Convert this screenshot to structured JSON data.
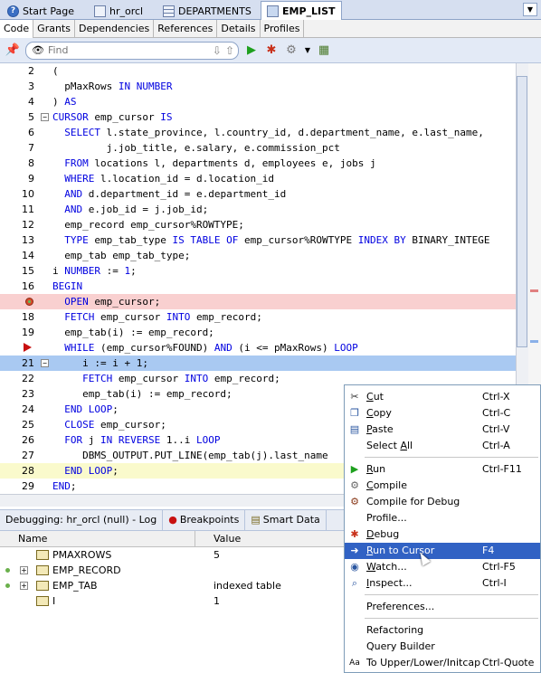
{
  "doc_tabs": [
    {
      "label": "Start Page",
      "icon": "help-icon"
    },
    {
      "label": "hr_orcl",
      "icon": "db-connection-icon"
    },
    {
      "label": "DEPARTMENTS",
      "icon": "table-icon"
    },
    {
      "label": "EMP_LIST",
      "icon": "procedure-icon"
    }
  ],
  "sub_tabs": [
    "Code",
    "Grants",
    "Dependencies",
    "References",
    "Details",
    "Profiles"
  ],
  "toolbar": {
    "find_placeholder": "Find"
  },
  "code_lines": [
    {
      "n": "2",
      "segs": [
        [
          "t",
          "("
        ]
      ]
    },
    {
      "n": "3",
      "segs": [
        [
          "t",
          "  pMaxRows "
        ],
        [
          "k",
          "IN NUMBER"
        ]
      ]
    },
    {
      "n": "4",
      "segs": [
        [
          "t",
          ") "
        ],
        [
          "k",
          "AS"
        ]
      ]
    },
    {
      "n": "5",
      "segs": [
        [
          "k",
          "CURSOR"
        ],
        [
          "t",
          " emp_cursor "
        ],
        [
          "k",
          "IS"
        ]
      ]
    },
    {
      "n": "6",
      "segs": [
        [
          "t",
          "  "
        ],
        [
          "k",
          "SELECT"
        ],
        [
          "t",
          " l.state_province, l.country_id, d.department_name, e.last_name,"
        ]
      ]
    },
    {
      "n": "7",
      "segs": [
        [
          "t",
          "         j.job_title, e.salary, e.commission_pct"
        ]
      ]
    },
    {
      "n": "8",
      "segs": [
        [
          "t",
          "  "
        ],
        [
          "k",
          "FROM"
        ],
        [
          "t",
          " locations l, departments d, employees e, jobs j"
        ]
      ]
    },
    {
      "n": "9",
      "segs": [
        [
          "t",
          "  "
        ],
        [
          "k",
          "WHERE"
        ],
        [
          "t",
          " l.location_id = d.location_id"
        ]
      ]
    },
    {
      "n": "10",
      "segs": [
        [
          "t",
          "  "
        ],
        [
          "k",
          "AND"
        ],
        [
          "t",
          " d.department_id = e.department_id"
        ]
      ]
    },
    {
      "n": "11",
      "segs": [
        [
          "t",
          "  "
        ],
        [
          "k",
          "AND"
        ],
        [
          "t",
          " e.job_id = j.job_id;"
        ]
      ]
    },
    {
      "n": "12",
      "segs": [
        [
          "t",
          "  emp_record emp_cursor%ROWTYPE;"
        ]
      ]
    },
    {
      "n": "13",
      "segs": [
        [
          "t",
          "  "
        ],
        [
          "k",
          "TYPE"
        ],
        [
          "t",
          " emp_tab_type "
        ],
        [
          "k",
          "IS TABLE OF"
        ],
        [
          "t",
          " emp_cursor%ROWTYPE "
        ],
        [
          "k",
          "INDEX BY"
        ],
        [
          "t",
          " BINARY_INTEGE"
        ]
      ]
    },
    {
      "n": "14",
      "segs": [
        [
          "t",
          "  emp_tab emp_tab_type;"
        ]
      ]
    },
    {
      "n": "15",
      "segs": [
        [
          "t",
          "i "
        ],
        [
          "k",
          "NUMBER"
        ],
        [
          "t",
          " := "
        ],
        [
          "k",
          "1"
        ],
        [
          "t",
          ";"
        ]
      ]
    },
    {
      "n": "16",
      "segs": [
        [
          "k",
          "BEGIN"
        ]
      ]
    },
    {
      "n": "",
      "segs": [
        [
          "t",
          "  "
        ],
        [
          "k",
          "OPEN"
        ],
        [
          "t",
          " emp_cursor;"
        ]
      ]
    },
    {
      "n": "18",
      "segs": [
        [
          "t",
          "  "
        ],
        [
          "k",
          "FETCH"
        ],
        [
          "t",
          " emp_cursor "
        ],
        [
          "k",
          "INTO"
        ],
        [
          "t",
          " emp_record;"
        ]
      ]
    },
    {
      "n": "19",
      "segs": [
        [
          "t",
          "  emp_tab(i) := emp_record;"
        ]
      ]
    },
    {
      "n": "",
      "segs": [
        [
          "t",
          "  "
        ],
        [
          "k",
          "WHILE"
        ],
        [
          "t",
          " (emp_cursor%FOUND) "
        ],
        [
          "k",
          "AND"
        ],
        [
          "t",
          " (i <= pMaxRows) "
        ],
        [
          "k",
          "LOOP"
        ]
      ]
    },
    {
      "n": "21",
      "segs": [
        [
          "t",
          "     i := i + 1;"
        ]
      ]
    },
    {
      "n": "22",
      "segs": [
        [
          "t",
          "     "
        ],
        [
          "k",
          "FETCH"
        ],
        [
          "t",
          " emp_cursor "
        ],
        [
          "k",
          "INTO"
        ],
        [
          "t",
          " emp_record;"
        ]
      ]
    },
    {
      "n": "23",
      "segs": [
        [
          "t",
          "     emp_tab(i) := emp_record;"
        ]
      ]
    },
    {
      "n": "24",
      "segs": [
        [
          "t",
          "  "
        ],
        [
          "k",
          "END LOOP"
        ],
        [
          "t",
          ";"
        ]
      ]
    },
    {
      "n": "25",
      "segs": [
        [
          "t",
          "  "
        ],
        [
          "k",
          "CLOSE"
        ],
        [
          "t",
          " emp_cursor;"
        ]
      ]
    },
    {
      "n": "26",
      "segs": [
        [
          "t",
          "  "
        ],
        [
          "k",
          "FOR"
        ],
        [
          "t",
          " j "
        ],
        [
          "k",
          "IN REVERSE"
        ],
        [
          "t",
          " 1..i "
        ],
        [
          "k",
          "LOOP"
        ]
      ]
    },
    {
      "n": "27",
      "segs": [
        [
          "t",
          "     DBMS_OUTPUT.PUT_LINE(emp_tab(j).last_name"
        ]
      ]
    },
    {
      "n": "28",
      "segs": [
        [
          "t",
          "  "
        ],
        [
          "k",
          "END LOOP"
        ],
        [
          "t",
          ";"
        ]
      ]
    },
    {
      "n": "29",
      "segs": [
        [
          "k",
          "END"
        ],
        [
          "t",
          ";"
        ]
      ]
    }
  ],
  "debug_tabs": [
    "Debugging: hr_orcl (null) - Log",
    "Breakpoints",
    "Smart Data"
  ],
  "var_headers": {
    "name": "Name",
    "value": "Value"
  },
  "variables": [
    {
      "name": "PMAXROWS",
      "value": "5"
    },
    {
      "name": "EMP_RECORD",
      "value": ""
    },
    {
      "name": "EMP_TAB",
      "value": "indexed table"
    },
    {
      "name": "I",
      "value": "1"
    }
  ],
  "context_menu": [
    {
      "pre": "",
      "u": "C",
      "post": "ut",
      "key": "Ctrl-X",
      "icon": "cut-icon"
    },
    {
      "pre": "",
      "u": "C",
      "post": "opy",
      "key": "Ctrl-C",
      "icon": "copy-icon"
    },
    {
      "pre": "",
      "u": "P",
      "post": "aste",
      "key": "Ctrl-V",
      "icon": "paste-icon"
    },
    {
      "pre": "Select ",
      "u": "A",
      "post": "ll",
      "key": "Ctrl-A",
      "icon": ""
    },
    {
      "pre": "",
      "u": "R",
      "post": "un",
      "key": "Ctrl-F11",
      "icon": "run-icon"
    },
    {
      "pre": "",
      "u": "C",
      "post": "ompile",
      "key": "",
      "icon": "compile-icon"
    },
    {
      "pre": "Compile for Debug",
      "u": "",
      "post": "",
      "key": "",
      "icon": "compile-debug-icon"
    },
    {
      "pre": "Profile...",
      "u": "",
      "post": "",
      "key": "",
      "icon": ""
    },
    {
      "pre": "",
      "u": "D",
      "post": "ebug",
      "key": "",
      "icon": "debug-bug-icon"
    },
    {
      "pre": "",
      "u": "R",
      "post": "un to Cursor",
      "key": "F4",
      "icon": "run-to-cursor-icon"
    },
    {
      "pre": "",
      "u": "W",
      "post": "atch...",
      "key": "Ctrl-F5",
      "icon": "watch-icon"
    },
    {
      "pre": "",
      "u": "I",
      "post": "nspect...",
      "key": "Ctrl-I",
      "icon": "inspect-icon"
    },
    {
      "pre": "Preferences...",
      "u": "",
      "post": "",
      "key": "",
      "icon": ""
    },
    {
      "pre": "Refactoring",
      "u": "",
      "post": "",
      "key": "",
      "icon": ""
    },
    {
      "pre": "Query Builder",
      "u": "",
      "post": "",
      "key": "",
      "icon": ""
    },
    {
      "pre": "To Upper/Lower/Initcap",
      "u": "",
      "post": "",
      "key": "Ctrl-Quote",
      "icon": "case-icon"
    }
  ],
  "colors": {
    "keyword": "#0000e0",
    "breakpoint_line": "#f9d0d0",
    "exec_line": "#a9c9f2",
    "selection": "#3162c4"
  }
}
